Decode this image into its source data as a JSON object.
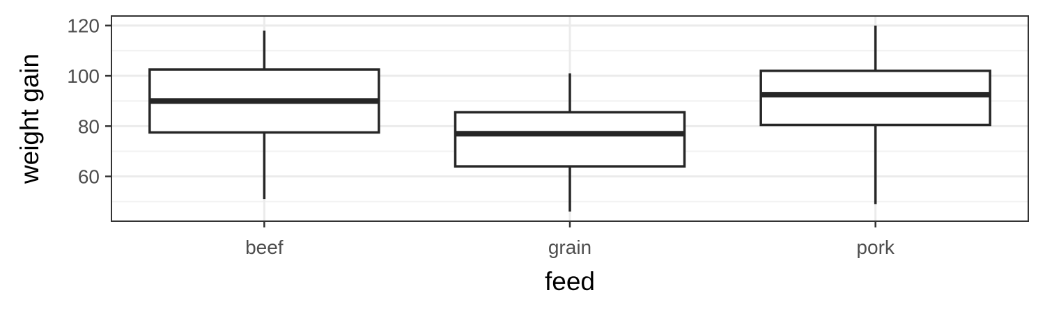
{
  "chart_data": {
    "type": "boxplot",
    "xlabel": "feed",
    "ylabel": "weight gain",
    "categories": [
      "beef",
      "grain",
      "pork"
    ],
    "boxes": [
      {
        "category": "beef",
        "whisker_low": 51,
        "q1": 77.5,
        "median": 90,
        "q3": 102.5,
        "whisker_high": 118
      },
      {
        "category": "grain",
        "whisker_low": 46,
        "q1": 64,
        "median": 77,
        "q3": 85.5,
        "whisker_high": 101
      },
      {
        "category": "pork",
        "whisker_low": 49,
        "q1": 80.5,
        "median": 92.5,
        "q3": 102,
        "whisker_high": 120
      }
    ],
    "ylim": [
      42.2,
      123.8
    ],
    "yticks": [
      60,
      80,
      100,
      120
    ],
    "grid": true,
    "theme": "bw",
    "colors": {
      "box": "#262626",
      "grid_major": "#ebebeb",
      "grid_minor": "#f2f2f2",
      "panel_border": "#333333"
    }
  }
}
